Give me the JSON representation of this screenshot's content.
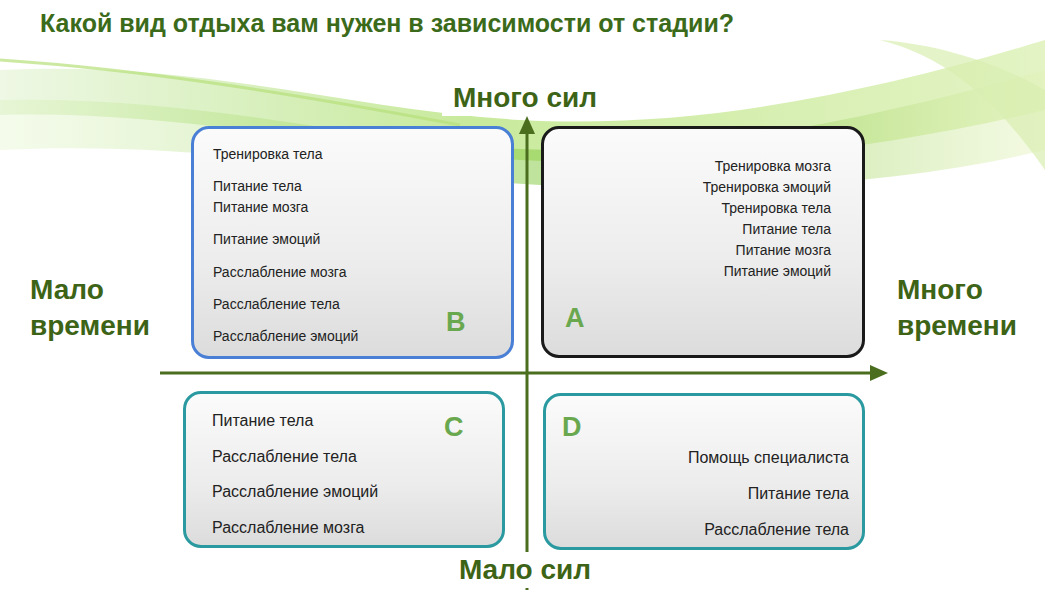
{
  "diagram": {
    "title": "Какой вид отдыха вам нужен в зависимости от стадии?",
    "nodes": [
      {
        "text": [
          "Тренировка тела",
          "Питание тела",
          "Питание мозга",
          "Питание эмоций",
          "Расслабление мозга",
          "Расслабление тела",
          "Расслабление эмоций",
          "B"
        ]
      },
      {
        "text": [
          "Тренировка мозга",
          "Тренировка эмоций",
          "Тренировка тела",
          "Питание тела",
          "Питание мозга",
          "Питание эмоций",
          "A"
        ]
      },
      {
        "text": [
          "Питание тела",
          "Расслабление тела",
          "Расслабление эмоций",
          "Расслабление мозга",
          "C"
        ]
      },
      {
        "text": [
          "Помощь специалиста",
          "Питание тела",
          "Расслабление тела",
          "D"
        ]
      }
    ],
    "labels": [
      "Много сил",
      "Мало сил",
      "Мало времени",
      "Много времени"
    ]
  }
}
